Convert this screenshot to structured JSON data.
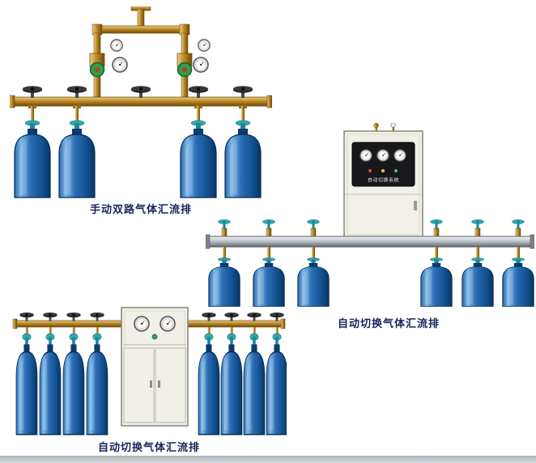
{
  "colors": {
    "caption": "#16255c",
    "brass": "#c9973a",
    "teal": "#2fa8b5",
    "teal-dark": "#1f8694",
    "cylinder-blue": "#2b6cb3",
    "rail-gray": "#b9c0c7",
    "cabinet-beige": "#f2f1e9"
  },
  "products": [
    {
      "id": "manual-dual-line-manifold",
      "caption": "手动双路气体汇流排",
      "cylinders": 4
    },
    {
      "id": "auto-switch-manifold-wall-cabinet",
      "caption": "自动切换气体汇流排",
      "cylinders": 6,
      "cabinet_label": "自动切换系统"
    },
    {
      "id": "auto-switch-manifold-floor-cabinet",
      "caption": "自动切换气体汇流排",
      "cylinders": 8
    }
  ]
}
